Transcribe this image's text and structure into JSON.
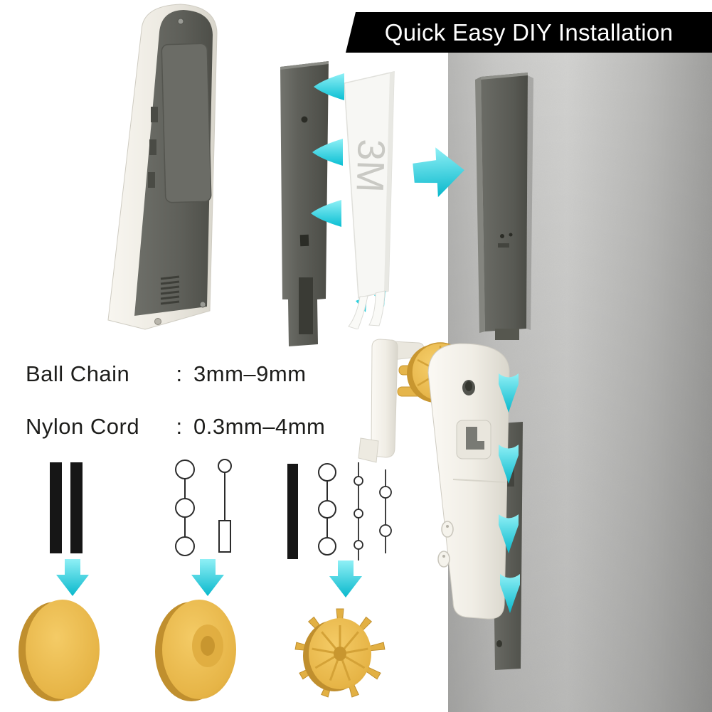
{
  "banner": {
    "title": "Quick Easy DIY Installation"
  },
  "adhesive": {
    "label": "3M"
  },
  "specs": [
    {
      "label": "Ball Chain",
      "colon": ":",
      "value": "3mm–9mm"
    },
    {
      "label": "Nylon Cord",
      "colon": ":",
      "value": "0.3mm–4mm"
    }
  ],
  "colors": {
    "accent_cyan": "#18C8DA",
    "banner_background": "#000000",
    "banner_text": "#FFFFFF",
    "adapter_yellow": "#E7B64A",
    "device_gray": "#5E5F59",
    "device_cream": "#EFECE4",
    "wall_gray": "#C3C3C3"
  }
}
